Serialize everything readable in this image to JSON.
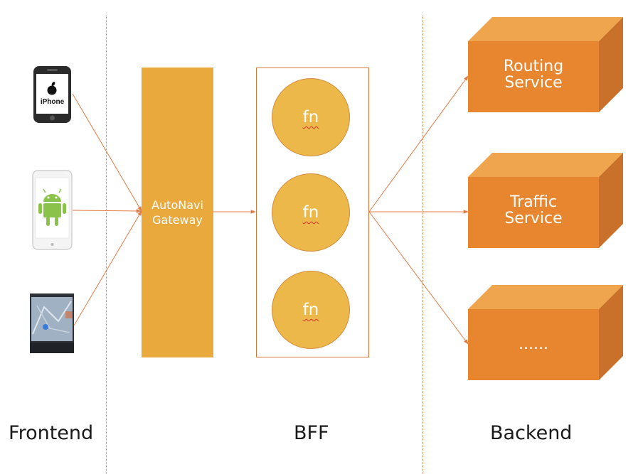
{
  "sections": {
    "frontend": "Frontend",
    "bff": "BFF",
    "backend": "Backend"
  },
  "devices": {
    "iphone_label": "iPhone",
    "iphone_icon": "apple-logo-icon",
    "android_icon": "android-robot-icon",
    "car_icon": "car-navigation-screen-icon"
  },
  "gateway": {
    "label": "AutoNavi\nGateway"
  },
  "bff": {
    "functions": [
      "fn",
      "fn",
      "fn"
    ]
  },
  "services": [
    {
      "label": "Routing\nService"
    },
    {
      "label": "Traffic\nService"
    },
    {
      "label": "......"
    }
  ],
  "colors": {
    "gateway": "#e9a93c",
    "fn_circle": "#edb84a",
    "service_front": "#e8862f",
    "service_top": "#eea54d",
    "service_side": "#c9702a",
    "arrow": "#e07b45",
    "divider": "#d7885a"
  }
}
